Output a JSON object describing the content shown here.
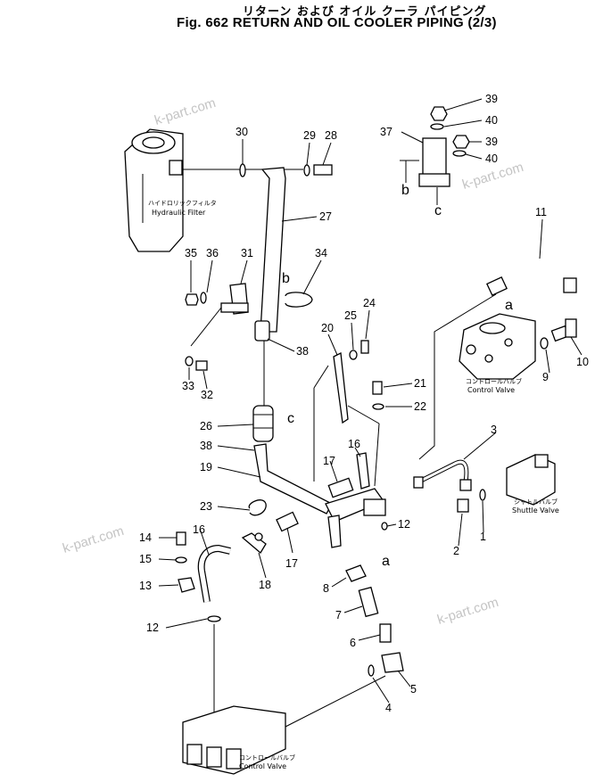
{
  "title_jp": "リターン および オイル クーラ パイピング",
  "title_en": "Fig. 662 RETURN AND OIL COOLER PIPING (2/3)",
  "watermarks": [
    "k-part.com",
    "k-part.com",
    "k-part.com",
    "k-part.com"
  ],
  "component_labels": {
    "hydraulic_filter_jp": "ハイドロリックフィルタ",
    "hydraulic_filter_en": "Hydraulic Filter",
    "control_valve_jp_1": "コントロールバルブ",
    "control_valve_en_1": "Control Valve",
    "shuttle_valve_jp": "シャトルバルブ",
    "shuttle_valve_en": "Shuttle Valve",
    "control_valve_jp_2": "コントロールバルブ",
    "control_valve_en_2": "Control Valve"
  },
  "ref_letters": [
    "a",
    "a",
    "b",
    "b",
    "c",
    "c"
  ],
  "callouts": [
    "39",
    "40",
    "37",
    "39",
    "40",
    "30",
    "29",
    "28",
    "27",
    "11",
    "35",
    "36",
    "31",
    "34",
    "25",
    "24",
    "20",
    "33",
    "32",
    "38",
    "21",
    "22",
    "26",
    "38",
    "19",
    "16",
    "3",
    "17",
    "23",
    "14",
    "16",
    "15",
    "13",
    "12",
    "18",
    "17",
    "8",
    "7",
    "6",
    "5",
    "4",
    "12",
    "2",
    "1",
    "9",
    "10"
  ]
}
